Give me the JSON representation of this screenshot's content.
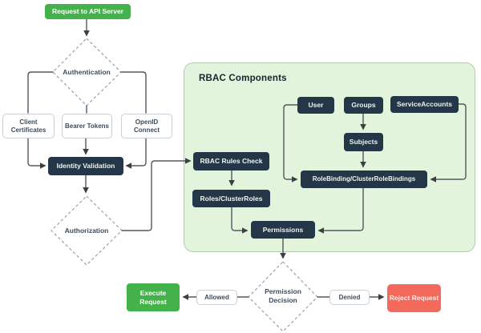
{
  "panel": {
    "title": "RBAC Components"
  },
  "nodes": {
    "request_api_server": "Request to API Server",
    "authentication": "Authentication",
    "client_certificates": "Client Certificates",
    "bearer_tokens": "Bearer Tokens",
    "openid_connect": "OpenID Connect",
    "identity_validation": "Identity Validation",
    "authorization": "Authorization",
    "rbac_rules_check": "RBAC Rules Check",
    "roles_clusterroles": "Roles/ClusterRoles",
    "permissions": "Permissions",
    "user": "User",
    "groups": "Groups",
    "service_accounts": "ServiceAccounts",
    "subjects": "Subjects",
    "rolebinding_clusterrolebindings": "RoleBinding/ClusterRoleBindings",
    "permission_decision": "Permission Decision",
    "allowed": "Allowed",
    "denied": "Denied",
    "execute_request": "Execute Request",
    "reject_request": "Reject Request"
  },
  "colors": {
    "green": "#44b24a",
    "dark_navy": "#243748",
    "coral_red": "#f3695c",
    "panel_background": "#e2f5dc",
    "panel_border": "#b7cbb1",
    "white_box_border": "#c9cfd6",
    "connector": "#54585c",
    "dashed_outline": "#9aa1a9"
  }
}
